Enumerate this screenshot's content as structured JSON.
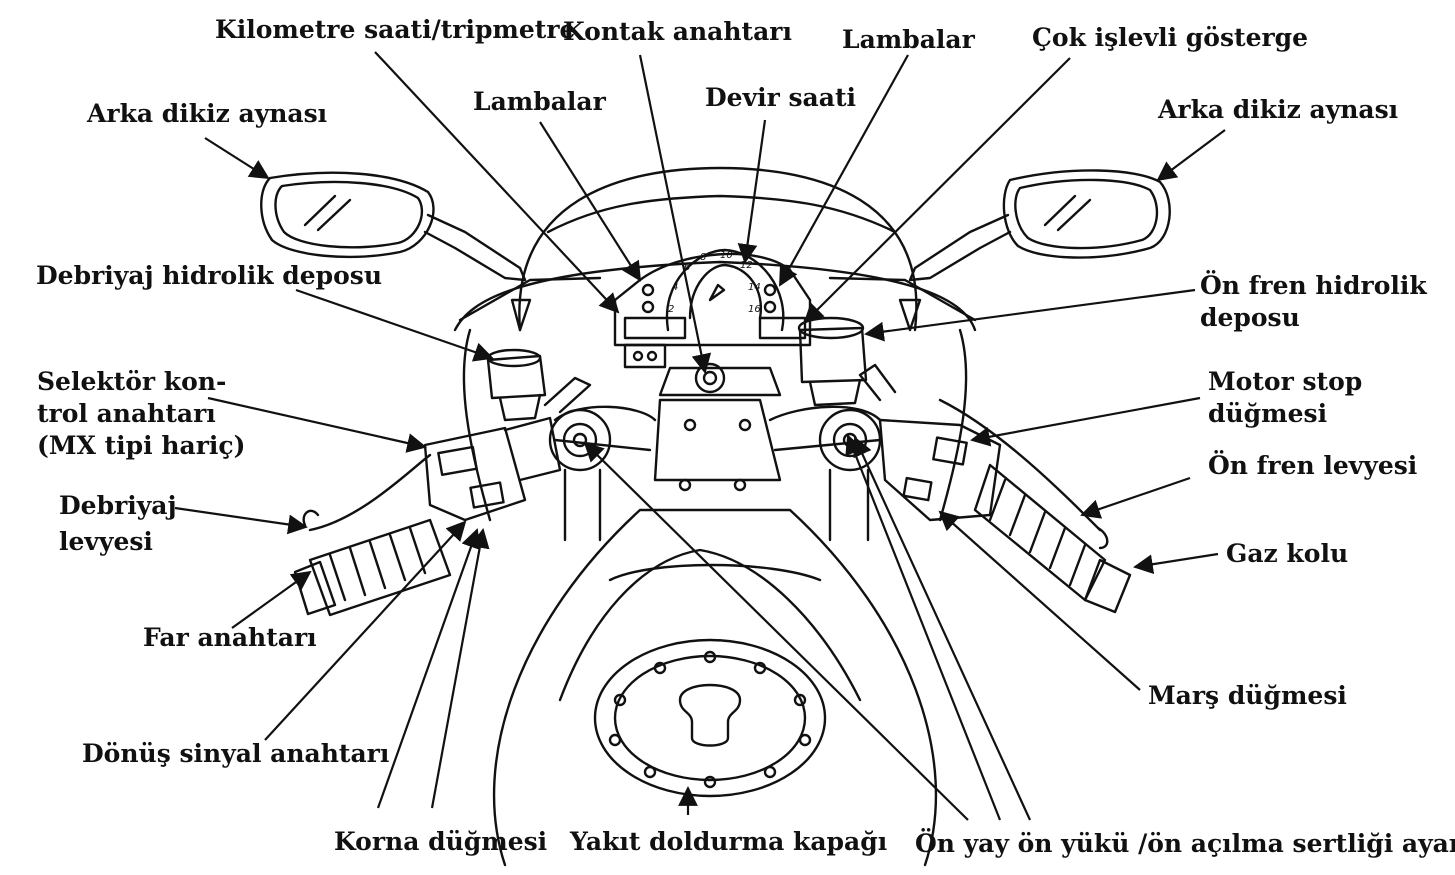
{
  "labels": {
    "kilometre": "Kilometre saati/tripmetre",
    "kontak": "Kontak anahtarı",
    "lambalar_top": "Lambalar",
    "cok_islevli": "Çok işlevli gösterge",
    "lambalar_left": "Lambalar",
    "devir": "Devir saati",
    "arka_dikiz_left": "Arka dikiz aynası",
    "arka_dikiz_right": "Arka dikiz aynası",
    "debriyaj_hidrolik": "Debriyaj hidrolik deposu",
    "on_fren_hidrolik_1": "Ön fren hidrolik",
    "on_fren_hidrolik_2": "deposu",
    "selektor_1": "Selektör kon-",
    "selektor_2": "trol anahtarı",
    "selektor_3": "(MX tipi hariç)",
    "motor_stop_1": "Motor stop",
    "motor_stop_2": "düğmesi",
    "on_fren_levye": "Ön fren levyesi",
    "debriyaj_levye_1": "Debriyaj",
    "debriyaj_levye_2": "levyesi",
    "gaz_kolu": "Gaz kolu",
    "far": "Far anahtarı",
    "mars": "Marş düğmesi",
    "donus": "Dönüş sinyal anahtarı",
    "korna": "Korna düğmesi",
    "yakit": "Yakıt doldurma kapağı",
    "on_yay": "Ön yay ön yükü /ön açılma sertliği ayarlayıcı"
  },
  "gauge": {
    "tick_labels": [
      "2",
      "4",
      "6",
      "8",
      "10",
      "12",
      "14",
      "16"
    ]
  }
}
